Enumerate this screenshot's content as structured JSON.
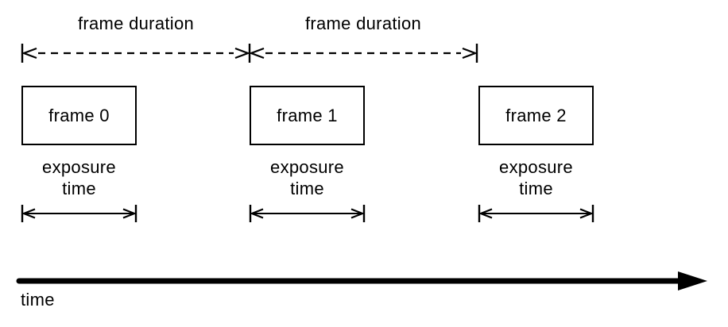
{
  "diagram": {
    "colors": {
      "background": "#ffffff",
      "line": "#000000",
      "text": "#000000"
    },
    "duration_labels": [
      "frame duration",
      "frame duration"
    ],
    "frames": [
      {
        "box_label": "frame 0",
        "exposure_label": "exposure\ntime"
      },
      {
        "box_label": "frame 1",
        "exposure_label": "exposure\ntime"
      },
      {
        "box_label": "frame 2",
        "exposure_label": "exposure\ntime"
      }
    ],
    "time_axis_label": "time"
  }
}
